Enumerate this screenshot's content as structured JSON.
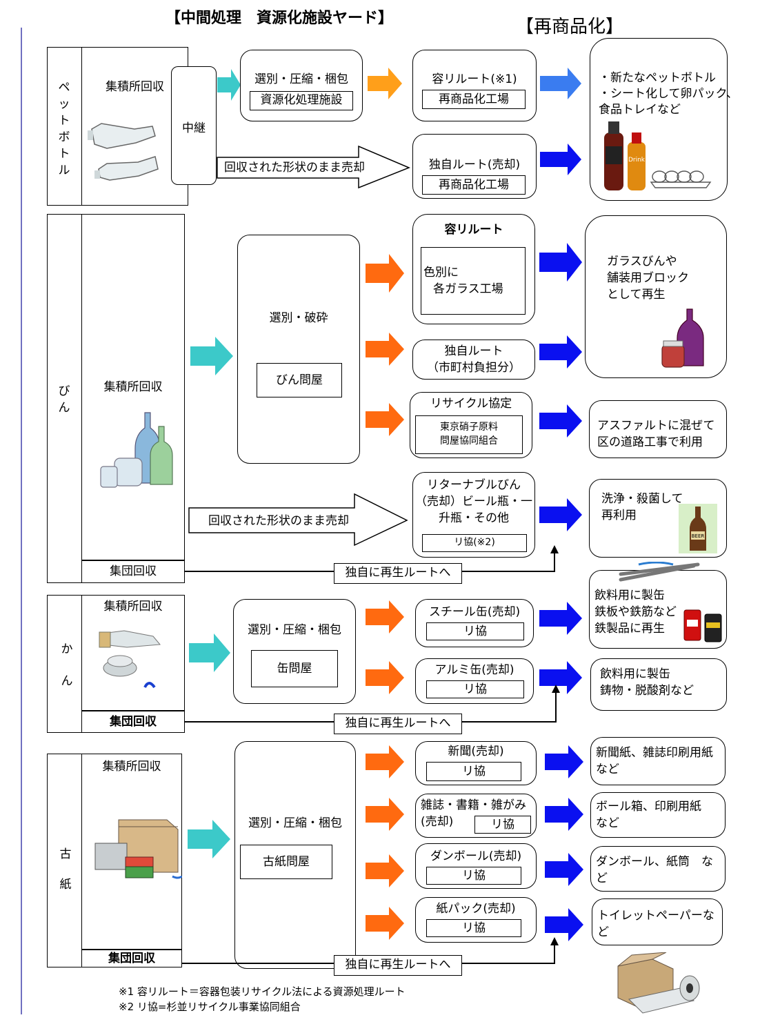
{
  "headers": {
    "intermediate": "【中間処理　資源化施設ヤード】",
    "recommercialize": "【再商品化】"
  },
  "common": {
    "collection_point": "集積所回収",
    "group_collection": "集団回収",
    "own_route": "独自に再生ルートへ",
    "sell_as_collected": "回収された形状のまま売却",
    "ri_kyo": "リ協",
    "recycle_factory": "再商品化工場"
  },
  "pet": {
    "category": "ペットボトル",
    "relay": "中継",
    "process": "選別・圧縮・梱包",
    "facility": "資源化処理施設",
    "route1": "容リルート(※1)",
    "route2": "独自ルート(売却)",
    "outcome_lines": [
      "・新たなペットボトル",
      "・シート化して卵パック、",
      "食品トレイなど"
    ],
    "drink_label": "Drink"
  },
  "bin": {
    "category": "びん",
    "process": "選別・破砕",
    "wholesaler": "びん問屋",
    "route1_title": "容リルート",
    "route1_sub_lines": [
      "色別に",
      "各ガラス工場"
    ],
    "route2_lines": [
      "独自ルート",
      "（市町村負担分）"
    ],
    "route3_title": "リサイクル協定",
    "route3_sub_lines": [
      "東京硝子原料",
      "問屋協同組合"
    ],
    "route4_lines": [
      "リターナブルびん",
      "（売却）ビール瓶・一",
      "升瓶・その他"
    ],
    "route4_sub": "リ協(※2)",
    "outcome1_lines": [
      "ガラスびんや",
      "舗装用ブロック",
      "として再生"
    ],
    "outcome2_lines": [
      "アスファルトに混ぜて",
      "区の道路工事で利用"
    ],
    "outcome3_lines": [
      "洗浄・殺菌して",
      "再利用"
    ],
    "beer_label": "BEER"
  },
  "can": {
    "category": "かん",
    "process": "選別・圧縮・梱包",
    "wholesaler": "缶問屋",
    "route1": "スチール缶(売却)",
    "route2": "アルミ缶(売却)",
    "outcome1_lines": [
      "飲料用に製缶",
      "鉄板や鉄筋など",
      "鉄製品に再生"
    ],
    "outcome2_lines": [
      "飲料用に製缶",
      "鋳物・脱酸剤など"
    ]
  },
  "paper": {
    "category": "古紙",
    "process": "選別・圧縮・梱包",
    "wholesaler": "古紙問屋",
    "route1": "新聞(売却)",
    "route2_line1": "雑誌・書籍・雑がみ",
    "route2_line2": "(売却)",
    "route3": "ダンボール(売却)",
    "route4": "紙パック(売却)",
    "outcome1_lines": [
      "新聞紙、雑誌印刷用紙",
      "など"
    ],
    "outcome2_lines": [
      "ボール箱、印刷用紙",
      "など"
    ],
    "outcome3_lines": [
      "ダンボール、紙筒　な",
      "ど"
    ],
    "outcome4_lines": [
      "トイレットペーパーな",
      "ど"
    ]
  },
  "notes": {
    "note1": "※1 容リルート＝容器包装リサイクル法による資源処理ルート",
    "note2": "※2 リ協=杉並リサイクル事業協同組合"
  },
  "colors": {
    "teal": "#3cc9c9",
    "orange": "#ff6a10",
    "light_orange": "#ff9f1a",
    "blue": "#0a10f0",
    "light_blue": "#3a7cf0",
    "left_rule": "#6060c0"
  }
}
